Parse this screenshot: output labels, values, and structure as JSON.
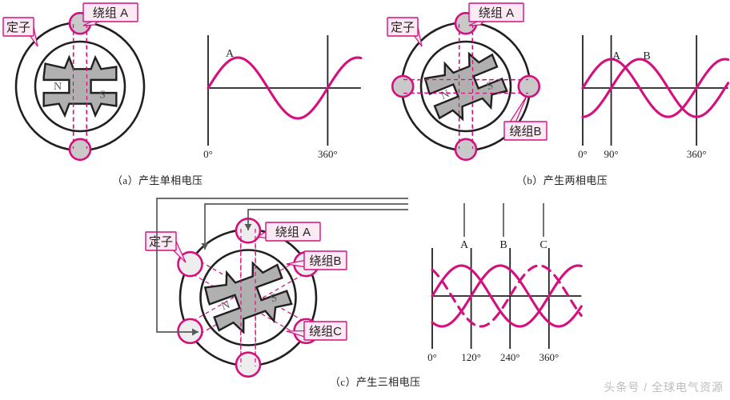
{
  "page": {
    "watermark": "头条号 / 全球电气资源",
    "accent": "#D4107F",
    "callout_fill": "#FBE9F3",
    "rotor_fill": "#B0B0B0",
    "coil_fill": "#C9C9C9",
    "line_color": "#231f20",
    "connector_color": "#58595b"
  },
  "panels": [
    {
      "id": "a",
      "caption": "（a）产生单相电压",
      "stator_label": "定子",
      "winding_labels": [
        "绕组 A"
      ],
      "coil_count": 2,
      "coil_angles": [
        90,
        270
      ],
      "rotor_angle": 0,
      "chart": {
        "ticks": [
          "0°",
          "360°"
        ],
        "tick_degrees": [
          0,
          360
        ],
        "series_labels": [
          "A"
        ]
      }
    },
    {
      "id": "b",
      "caption": "（b）产生两相电压",
      "stator_label": "定子",
      "winding_labels": [
        "绕组 A",
        "绕组B"
      ],
      "coil_count": 4,
      "coil_angles": [
        90,
        270,
        0,
        180
      ],
      "rotor_angle": -22,
      "chart": {
        "ticks": [
          "0°",
          "90°",
          "360°"
        ],
        "tick_degrees": [
          0,
          90,
          360
        ],
        "series_labels": [
          "A",
          "B"
        ]
      }
    },
    {
      "id": "c",
      "caption": "（c）产生三相电压",
      "stator_label": "定子",
      "winding_labels": [
        "绕组 A",
        "绕组B",
        "绕组C"
      ],
      "coil_count": 6,
      "coil_angles": [
        90,
        270,
        30,
        210,
        330,
        150
      ],
      "rotor_angle": -20,
      "chart": {
        "ticks": [
          "0°",
          "120°",
          "240°",
          "360°"
        ],
        "tick_degrees": [
          0,
          120,
          240,
          360
        ],
        "series_labels": [
          "A",
          "B",
          "C"
        ]
      }
    }
  ],
  "chart_data": [
    {
      "type": "line",
      "title": "(a) 产生单相电压",
      "xlabel": "",
      "ylabel": "",
      "xlim": [
        0,
        500
      ],
      "ylim": [
        -1,
        1
      ],
      "grid": false,
      "tick_labels": [
        "0°",
        "360°"
      ],
      "tick_values": [
        0,
        360
      ],
      "series": [
        {
          "name": "A",
          "phase_deg": 0,
          "amplitude": 1,
          "style": "solid"
        }
      ]
    },
    {
      "type": "line",
      "title": "(b) 产生两相电压",
      "xlabel": "",
      "ylabel": "",
      "xlim": [
        0,
        500
      ],
      "ylim": [
        -1,
        1
      ],
      "grid": false,
      "tick_labels": [
        "0°",
        "90°",
        "360°"
      ],
      "tick_values": [
        0,
        90,
        360
      ],
      "series": [
        {
          "name": "A",
          "phase_deg": 0,
          "amplitude": 1,
          "style": "solid"
        },
        {
          "name": "B",
          "phase_deg": -90,
          "amplitude": 1,
          "style": "solid"
        }
      ]
    },
    {
      "type": "line",
      "title": "(c) 产生三相电压",
      "xlabel": "",
      "ylabel": "",
      "xlim": [
        0,
        480
      ],
      "ylim": [
        -1,
        1
      ],
      "grid": false,
      "tick_labels": [
        "0°",
        "120°",
        "240°",
        "360°"
      ],
      "tick_values": [
        0,
        120,
        240,
        360
      ],
      "series": [
        {
          "name": "A",
          "phase_deg": 0,
          "amplitude": 1,
          "style": "solid"
        },
        {
          "name": "B",
          "phase_deg": -120,
          "amplitude": 1,
          "style": "solid"
        },
        {
          "name": "C",
          "phase_deg": -240,
          "amplitude": 1,
          "style": "dashed"
        }
      ]
    }
  ]
}
